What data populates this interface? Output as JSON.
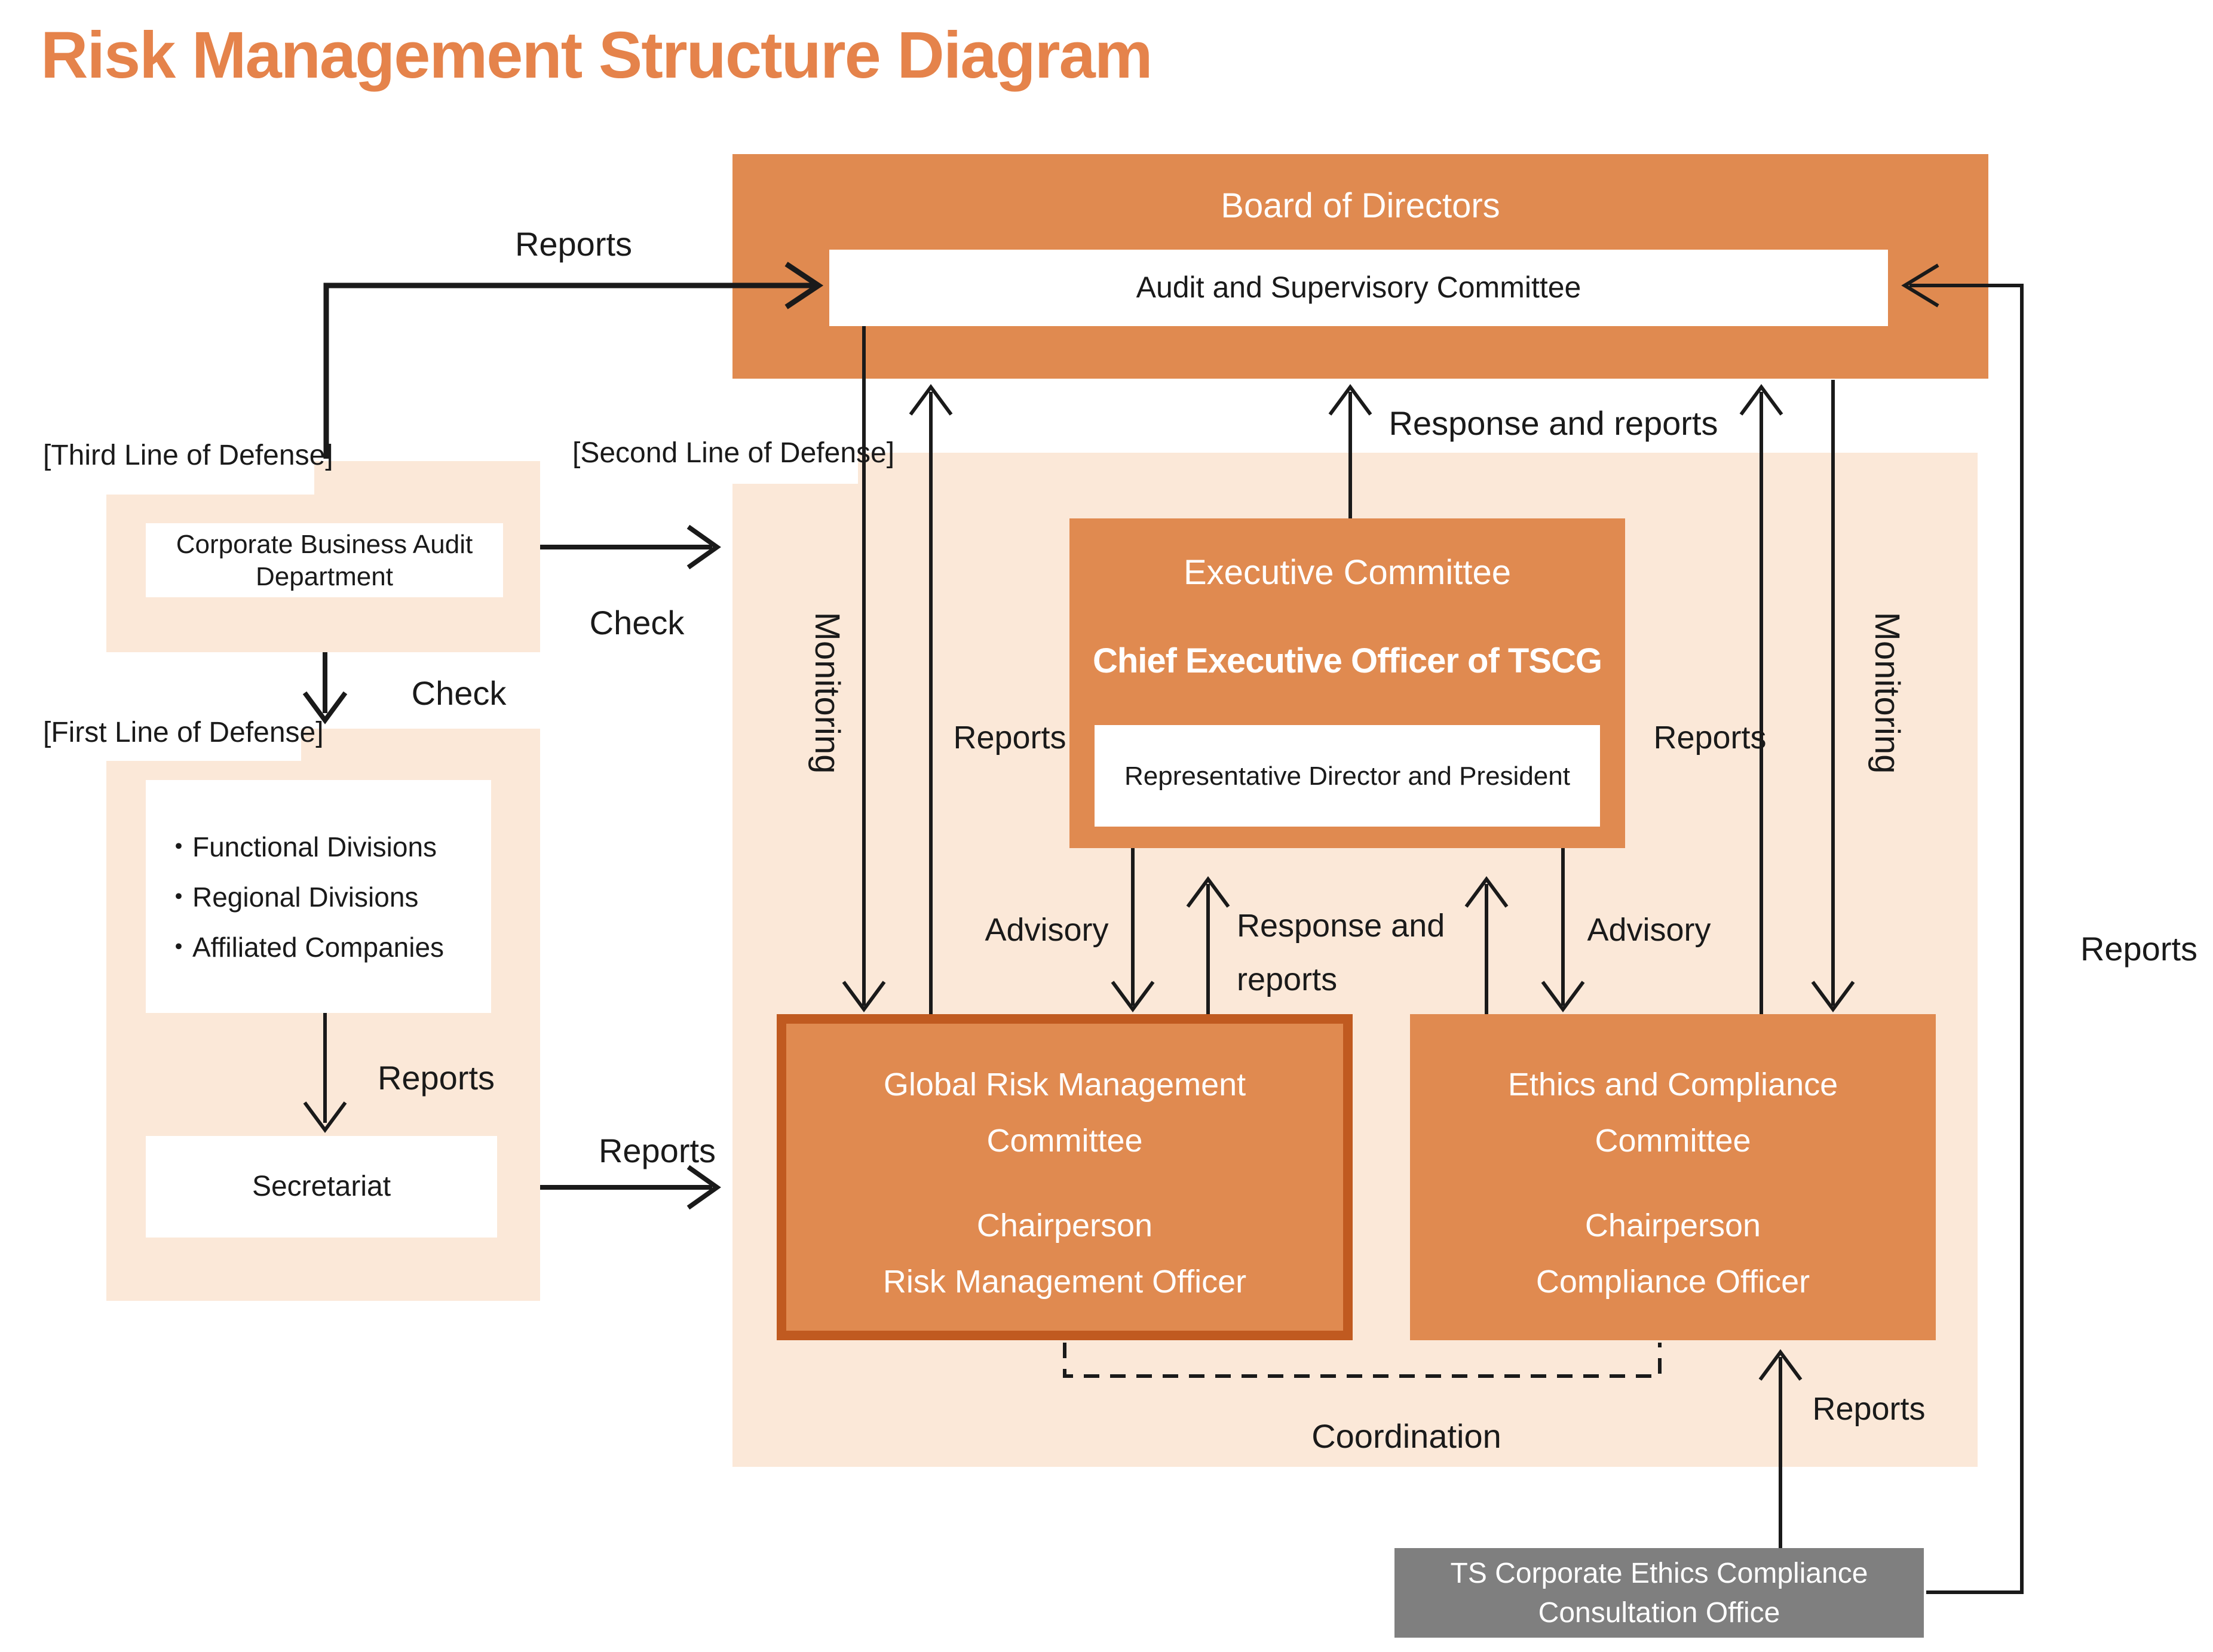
{
  "title": "Risk Management Structure Diagram",
  "colors": {
    "title_text": "#E5834B",
    "accent_orange": "#E08A50",
    "light_peach": "#FBE8D8",
    "dark_orange_border": "#C05A20",
    "gray_box": "#7F7F7F",
    "line_black": "#1A1A1A"
  },
  "board": {
    "label": "Board of Directors",
    "audit_committee": "Audit and Supervisory Committee"
  },
  "defense": {
    "third": {
      "tag": "[Third Line of Defense]",
      "dept_line1": "Corporate Business Audit",
      "dept_line2": "Department"
    },
    "second": {
      "tag": "[Second Line of Defense]"
    },
    "first": {
      "tag": "[First Line of Defense]",
      "divisions": [
        "・Functional Divisions",
        "・Regional Divisions",
        "・Affiliated Companies"
      ],
      "secretariat": "Secretariat"
    }
  },
  "executive": {
    "committee": "Executive Committee",
    "ceo": "Chief Executive Officer of TSCG",
    "president": "Representative Director and President"
  },
  "grm_committee": {
    "name_line1": "Global Risk Management",
    "name_line2": "Committee",
    "chair_title": "Chairperson",
    "chair_role": "Risk Management Officer"
  },
  "ethics_committee": {
    "name_line1": "Ethics and Compliance",
    "name_line2": "Committee",
    "chair_title": "Chairperson",
    "chair_role": "Compliance Officer"
  },
  "consultation_office": {
    "line1": "TS Corporate Ethics Compliance",
    "line2": "Consultation Office"
  },
  "edges": {
    "reports_to_audit": "Reports",
    "check_to_second": "Check",
    "check_to_first": "Check",
    "monitoring_left": "Monitoring",
    "monitoring_right": "Monitoring",
    "response_reports_top": "Response and reports",
    "reports_exec_left": "Reports",
    "reports_exec_right": "Reports",
    "advisory_left": "Advisory",
    "advisory_right": "Advisory",
    "response_mid_line1": "Response and",
    "response_mid_line2": "reports",
    "reports_divisions": "Reports",
    "reports_secretariat": "Reports",
    "coordination": "Coordination",
    "reports_office": "Reports",
    "reports_far_right": "Reports"
  }
}
